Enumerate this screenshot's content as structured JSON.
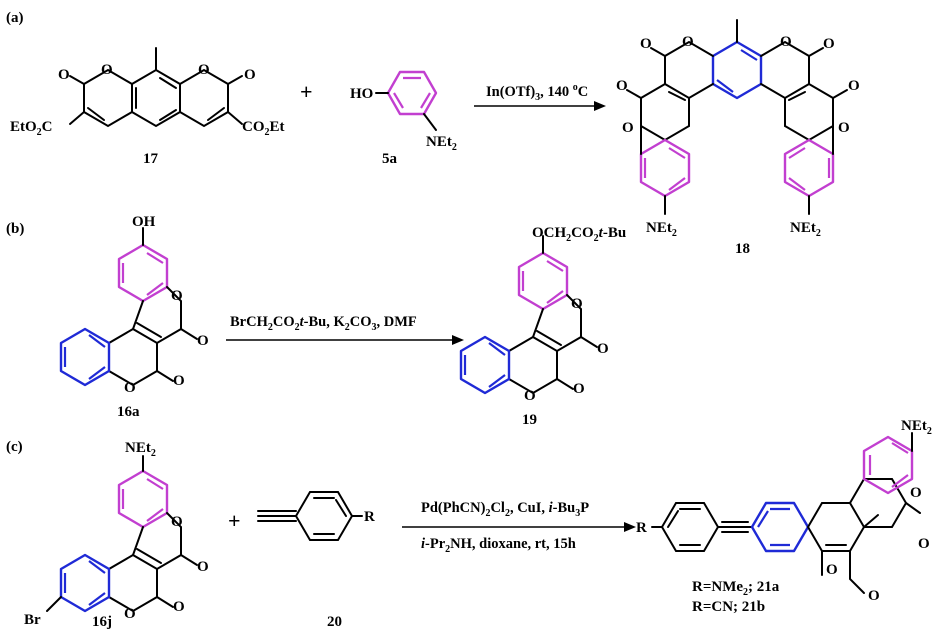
{
  "panels": {
    "a": {
      "tag": "(a)",
      "reactant1_id": "17",
      "reactant2_id": "5a",
      "product_id": "18",
      "plus": "+",
      "conditions": "In(OTf)",
      "conditions_sub": "3",
      "conditions_rest": ", 140 ",
      "conditions_sup": "o",
      "conditions_end": "C",
      "r1_left_sub": "EtO",
      "r1_left_sub2": "2",
      "r1_left_rest": "C",
      "r1_right": "CO",
      "r1_right_sub": "2",
      "r1_right_rest": "Et",
      "r2_ho": "HO",
      "amine": "NEt",
      "amine_sub": "2"
    },
    "b": {
      "tag": "(b)",
      "reactant_id": "16a",
      "product_id": "19",
      "hydroxy": "OH",
      "ether": "OCH",
      "ether_sub": "2",
      "ether_mid": "CO",
      "ether_sub2": "2",
      "ether_end": "t",
      "ether_tail": "-Bu",
      "conditions": "BrCH",
      "cond_sub": "2",
      "cond_mid": "CO",
      "cond_sub2": "2",
      "cond_t": "t",
      "cond_rest": "-Bu, K",
      "cond_sub3": "2",
      "cond_mid2": "CO",
      "cond_sub4": "3",
      "cond_end": ", DMF"
    },
    "c": {
      "tag": "(c)",
      "reactant1_id": "16j",
      "reactant2_id": "20",
      "plus": "+",
      "br": "Br",
      "r": "R",
      "r_prod": "R",
      "amine": "NEt",
      "amine_sub": "2",
      "cond1": "Pd(PhCN)",
      "cond1_sub": "2",
      "cond1_mid": "Cl",
      "cond1_sub2": "2",
      "cond1_rest": ", CuI, ",
      "cond1_i": "i",
      "cond1_end": "-Bu",
      "cond1_sub3": "3",
      "cond1_tail": "P",
      "cond2_i": "i",
      "cond2": "-Pr",
      "cond2_sub": "2",
      "cond2_rest": "NH, dioxane, rt, 15h",
      "prod_a": "R=NMe",
      "prod_a_sub": "2",
      "prod_a_rest": "; 21a",
      "prod_b": "R=CN; 21b"
    }
  },
  "atoms": {
    "O": "O"
  },
  "colors": {
    "ring_blue": "#1f2ad6",
    "ring_pink": "#c23fd0"
  }
}
